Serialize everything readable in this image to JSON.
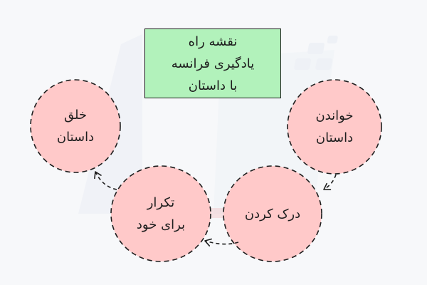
{
  "colors": {
    "background": "#f7f8fa",
    "title_fill": "#b2f2bb",
    "node_fill": "#ffc9c9",
    "stroke": "#1e1e1e",
    "watermark": "#eef1f6"
  },
  "title": {
    "lines": [
      "نقشه راه",
      "یادگیری فرانسه",
      "با داستان"
    ]
  },
  "nodes": [
    {
      "id": "create-story",
      "lines": [
        "خلق",
        "داستان"
      ]
    },
    {
      "id": "read-story",
      "lines": [
        "خواندن",
        "داستان"
      ]
    },
    {
      "id": "understand",
      "lines": [
        "درک کردن"
      ]
    },
    {
      "id": "repeat-self",
      "lines": [
        "تکرار",
        "برای خود"
      ]
    }
  ],
  "edges": [
    {
      "from": "read-story",
      "to": "understand",
      "style": "dashed"
    },
    {
      "from": "understand",
      "to": "repeat-self",
      "style": "dashed"
    },
    {
      "from": "repeat-self",
      "to": "create-story",
      "style": "dashed"
    }
  ]
}
